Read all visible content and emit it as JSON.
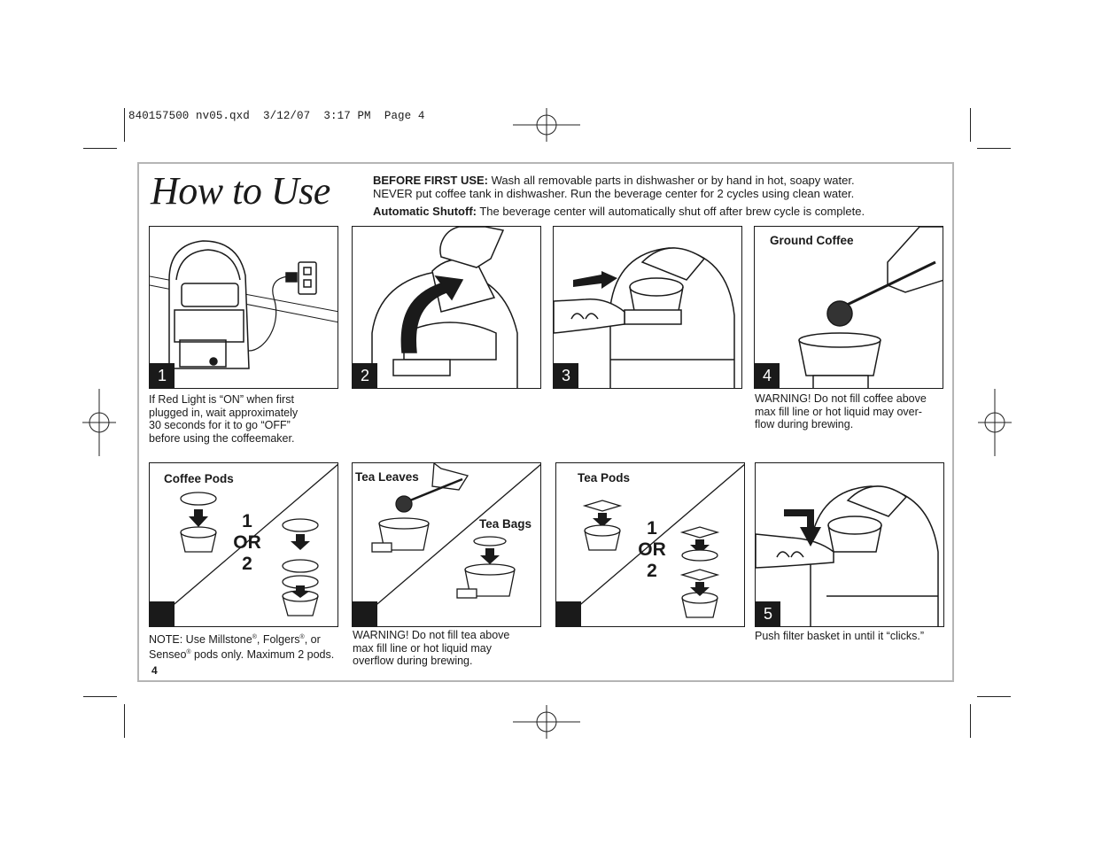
{
  "slug_line": "840157500 nv05.qxd  3/12/07  3:17 PM  Page 4",
  "title": "How to Use",
  "intro": {
    "before_label": "BEFORE FIRST USE:",
    "before_text_1": " Wash all removable parts in dishwasher or by hand in hot, soapy water.",
    "before_text_2": "NEVER put coffee tank in dishwasher. Run the beverage center for 2 cycles using clean water.",
    "auto_label": "Automatic Shutoff:",
    "auto_text": " The beverage center will automatically shut off after brew cycle is complete."
  },
  "steps": [
    {
      "number": "1",
      "caption_lines": [
        "If Red Light is “ON” when first",
        "plugged in, wait approximately",
        "30 seconds for it to go “OFF”",
        "before using the coffeemaker."
      ]
    },
    {
      "number": "2"
    },
    {
      "number": "3"
    },
    {
      "number": "4",
      "label": "Ground Coffee",
      "caption_lines": [
        "WARNING! Do not fill coffee above",
        "max fill line or hot liquid may over-",
        "flow during brewing."
      ]
    },
    {
      "number": "5",
      "caption_lines": [
        "Push filter basket in until it “clicks.”"
      ]
    }
  ],
  "coffee_pods": {
    "label": "Coffee Pods",
    "choice": [
      "1",
      "OR",
      "2"
    ],
    "caption_line1_pre": "NOTE: Use Millstone",
    "reg": "®",
    "caption_line1_mid": ", Folgers",
    "caption_line1_post": ", or",
    "caption_line2_pre": "Senseo",
    "caption_line2_post": " pods only. Maximum 2 pods."
  },
  "tea_leaves": {
    "label": "Tea Leaves",
    "label2": "Tea Bags",
    "caption_lines": [
      "WARNING! Do not fill tea above",
      "max fill line or hot liquid may",
      "overflow during brewing."
    ]
  },
  "tea_pods": {
    "label": "Tea Pods",
    "choice": [
      "1",
      "OR",
      "2"
    ]
  },
  "page_number": "4"
}
